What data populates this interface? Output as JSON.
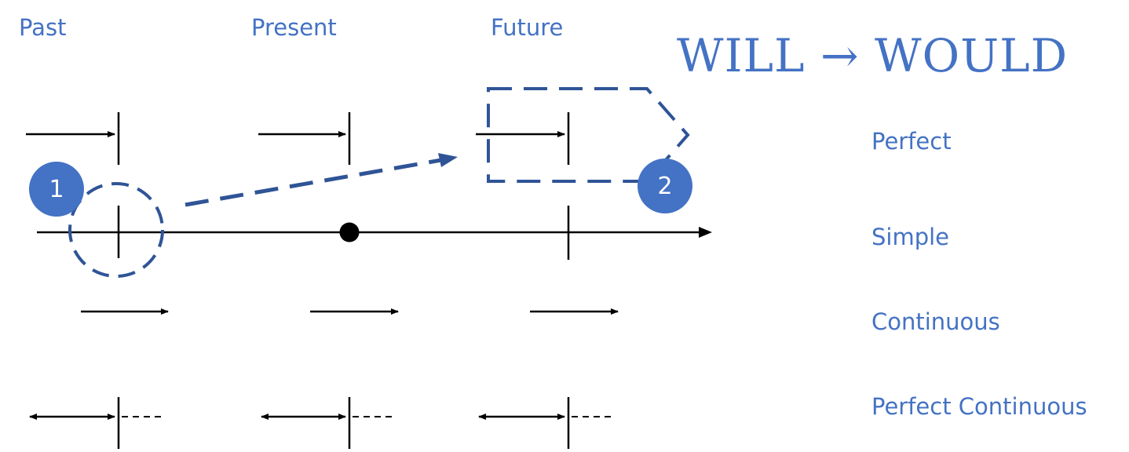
{
  "columns": {
    "past": "Past",
    "present": "Present",
    "future": "Future"
  },
  "title": "WILL → WOULD",
  "rows": {
    "perfect": "Perfect",
    "simple": "Simple",
    "continuous": "Continuous",
    "perfect_continuous": "Perfect Continuous"
  },
  "badges": {
    "one": "1",
    "two": "2"
  },
  "colors": {
    "accent": "#4472c4",
    "dash": "#2f5496",
    "ink": "#000000"
  }
}
